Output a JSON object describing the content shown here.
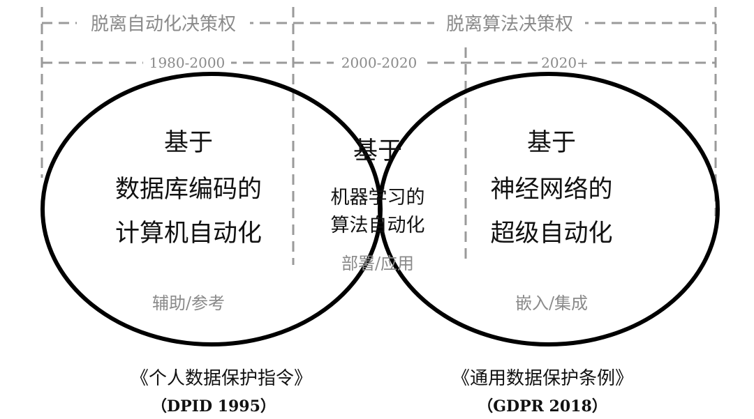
{
  "headers": {
    "left": "脱离自动化决策权",
    "right": "脱离算法决策权"
  },
  "eras": {
    "e1": "1980-2000",
    "e2": "2000-2020",
    "e3": "2020+"
  },
  "left_circle": {
    "line1": "基于",
    "line2": "数据库编码的",
    "line3": "计算机自动化",
    "mode": "辅助/参考"
  },
  "middle": {
    "line1": "基于",
    "line2": "机器学习的",
    "line3": "算法自动化",
    "mode": "部署/应用"
  },
  "right_circle": {
    "line1": "基于",
    "line2": "神经网络的",
    "line3": "超级自动化",
    "mode": "嵌入/集成"
  },
  "laws": {
    "left_title": "《个人数据保护指令》",
    "left_code": "（DPID 1995）",
    "right_title": "《通用数据保护条例》",
    "right_code": "（GDPR 2018）"
  },
  "colors": {
    "dash": "#9a9a9a",
    "ellipse": "#000000",
    "label_gray": "#8a8a8a",
    "text": "#111111"
  }
}
